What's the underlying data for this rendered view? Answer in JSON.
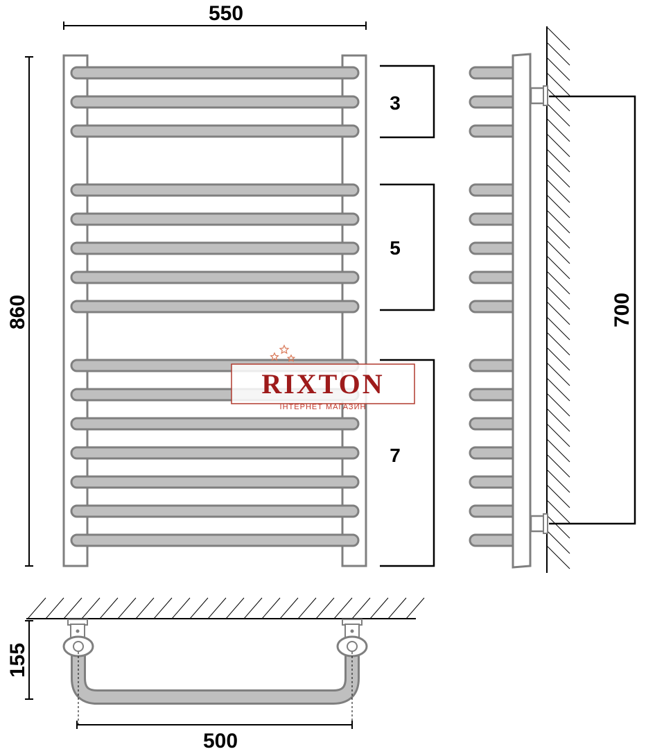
{
  "dimensions": {
    "width_top": "550",
    "height_left": "860",
    "group_1": "3",
    "group_2": "5",
    "group_3": "7",
    "mount_height": "700",
    "depth": "155",
    "width_bottom": "500"
  },
  "watermark": {
    "brand": "RIXTON",
    "subtitle": "ІНТЕРНЕТ МАГАЗИН"
  },
  "bar_groups": [
    3,
    5,
    7
  ],
  "colors": {
    "frame": "#7f7f7f",
    "bar_fill": "#bfbfbf",
    "line": "#000000",
    "watermark": "#9e1b1b"
  }
}
